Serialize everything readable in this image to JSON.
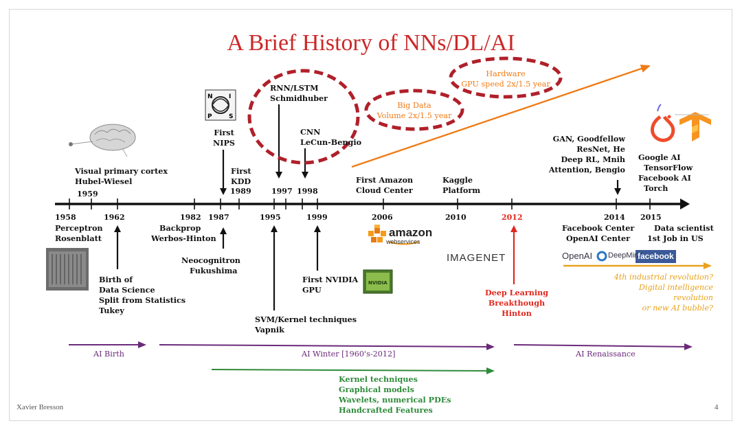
{
  "slide": {
    "title": "A Brief History of NNs/DL/AI",
    "author": "Xavier Bresson",
    "page_number": "4"
  },
  "timeline": {
    "years_above": [
      "1959",
      "1989",
      "1997",
      "1998"
    ],
    "years_below": [
      "1958",
      "1962",
      "1982",
      "1987",
      "1995",
      "1999",
      "2006",
      "2010",
      "2012",
      "2014",
      "2015"
    ]
  },
  "events_above": {
    "visual_cortex": [
      "Visual primary cortex",
      "Hubel-Wiesel"
    ],
    "first_nips": [
      "First",
      "NIPS"
    ],
    "first_kdd": [
      "First",
      "KDD"
    ],
    "rnn_lstm": [
      "RNN/LSTM",
      "Schmidhuber"
    ],
    "cnn": [
      "CNN",
      "LeCun-Bengio"
    ],
    "amazon_cloud": [
      "First Amazon",
      "Cloud Center"
    ],
    "kaggle": [
      "Kaggle",
      "Platform"
    ],
    "gan_etc": [
      "GAN, Goodfellow",
      "ResNet, He",
      "Deep RL, Mnih",
      "Attention, Bengio"
    ],
    "google_fb": [
      "Google AI",
      "TensorFlow",
      "Facebook AI",
      "Torch"
    ]
  },
  "events_below": {
    "perceptron": [
      "Perceptron",
      "Rosenblatt"
    ],
    "data_science": [
      "Birth of",
      "Data Science",
      "Split from Statistics",
      "Tukey"
    ],
    "backprop": [
      "Backprop",
      "Werbos-Hinton"
    ],
    "neocognitron": [
      "Neocognitron",
      "Fukushima"
    ],
    "svm": [
      "SVM/Kernel techniques",
      "Vapnik"
    ],
    "nvidia": [
      "First NVIDIA",
      "GPU"
    ],
    "deep_learning": [
      "Deep Learning",
      "Breakthough",
      "Hinton"
    ],
    "fb_openai": [
      "Facebook Center",
      "OpenAI Center"
    ],
    "data_scientist": [
      "Data scientist",
      "1st Job in US"
    ]
  },
  "callouts": {
    "big_data": [
      "Big Data",
      "Volume 2x/1.5 year"
    ],
    "hardware": [
      "Hardware",
      "GPU speed 2x/1.5 year"
    ],
    "future": [
      "4th industrial revolution?",
      "Digital intelligence",
      "revolution",
      "or new AI bubble?"
    ]
  },
  "logos": {
    "amazon": "amazon",
    "amazon_sub": "webservices",
    "imagenet": "IMAGENET",
    "openai": "OpenAI",
    "deepmind": "DeepMind",
    "facebook": "facebook",
    "nvidia": "NVIDIA"
  },
  "eras": {
    "ai_birth": "AI Birth",
    "ai_winter": "AI Winter [1960's-2012]",
    "ai_renaissance": "AI Renaissance",
    "winter_methods": [
      "Kernel techniques",
      "Graphical models",
      "Wavelets, numerical PDEs",
      "Handcrafted Features"
    ]
  },
  "colors": {
    "title": "#cc2828",
    "timeline": "#111111",
    "highlight_red": "#e0281e",
    "orange": "#f07b16",
    "dashed_ellipse": "#b0202a",
    "era_purple": "#6a2a7a",
    "era_green": "#2f8a3a",
    "gold": "#e8a21c",
    "facebook_blue": "#3b5998"
  }
}
